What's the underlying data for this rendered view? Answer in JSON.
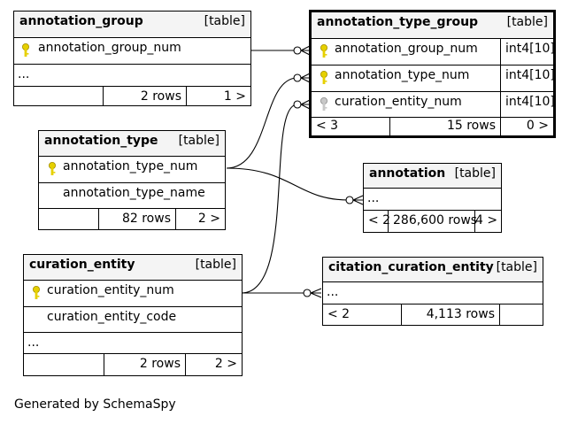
{
  "tables": {
    "annotation_group": {
      "name": "annotation_group",
      "tag": "[table]",
      "cols": [
        "annotation_group_num",
        "..."
      ],
      "rows_label": "2 rows",
      "children": "1 >"
    },
    "annotation_type_group": {
      "name": "annotation_type_group",
      "tag": "[table]",
      "cols": [
        "annotation_group_num",
        "annotation_type_num",
        "curation_entity_num"
      ],
      "types": [
        "int4[10]",
        "int4[10]",
        "int4[10]"
      ],
      "parents": "< 3",
      "rows_label": "15 rows",
      "children": "0 >"
    },
    "annotation_type": {
      "name": "annotation_type",
      "tag": "[table]",
      "cols": [
        "annotation_type_num",
        "annotation_type_name"
      ],
      "rows_label": "82 rows",
      "children": "2 >"
    },
    "annotation": {
      "name": "annotation",
      "tag": "[table]",
      "cols": [
        "..."
      ],
      "parents": "< 2",
      "rows_label": "286,600 rows",
      "children": "4 >"
    },
    "curation_entity": {
      "name": "curation_entity",
      "tag": "[table]",
      "cols": [
        "curation_entity_num",
        "curation_entity_code",
        "..."
      ],
      "rows_label": "2 rows",
      "children": "2 >"
    },
    "citation_curation_entity": {
      "name": "citation_curation_entity",
      "tag": "[table]",
      "cols": [
        "..."
      ],
      "parents": "< 2",
      "rows_label": "4,113 rows"
    }
  },
  "footer": "Generated by SchemaSpy",
  "colors": {
    "key_primary": "#e6d000",
    "key_foreign": "#b8b8b8",
    "header_bg": "#f4f4f4"
  }
}
